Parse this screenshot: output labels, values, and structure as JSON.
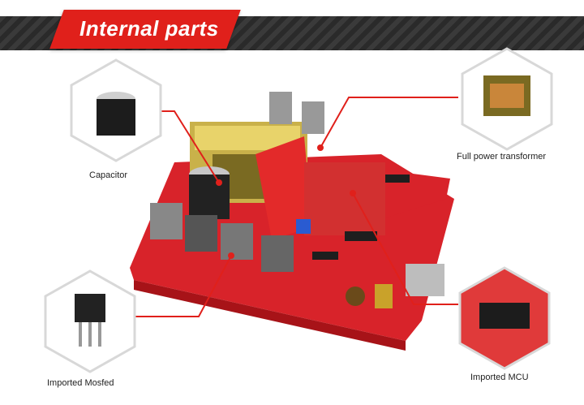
{
  "header": {
    "title": "Internal parts"
  },
  "callouts": {
    "capacitor": "Capacitor",
    "transformer": "Full power transformer",
    "mosfet": "Imported Mosfed",
    "mcu": "Imported MCU"
  },
  "colors": {
    "accent": "#e0201b",
    "board": "#d8232a",
    "strip": "#333333"
  }
}
